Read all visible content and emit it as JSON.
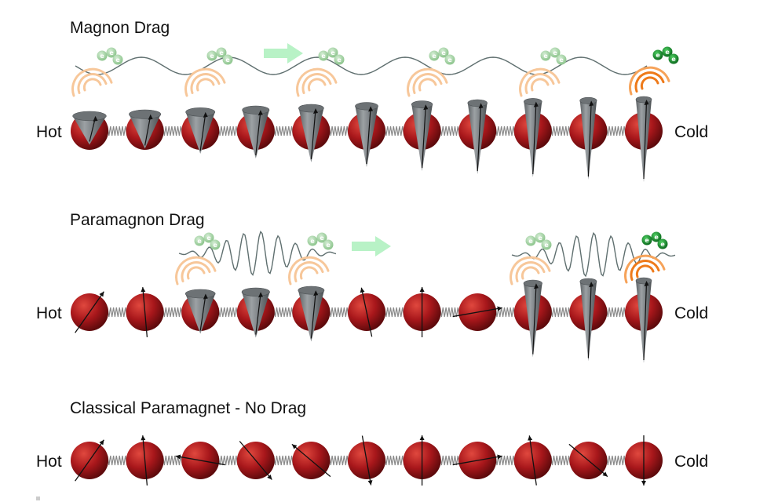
{
  "colors": {
    "atom": "#a8171b",
    "spring": "#8a8a8a",
    "cone": "#7a7f83",
    "wave": "#5f6f6f",
    "electron_faded": "#9fcf9f",
    "electron_bright": "#138a2a",
    "arrow": "#b8f2c6",
    "arc_faded": "#f7c79a",
    "arc_bright": "#ee7a1a"
  },
  "rows": [
    {
      "title": "Magnon Drag",
      "hot_label": "Hot",
      "cold_label": "Cold",
      "electron_label": "e",
      "sites": [
        {
          "kind": "cone",
          "cone": 0.05
        },
        {
          "kind": "cone",
          "cone": 0.15
        },
        {
          "kind": "cone",
          "cone": 0.28
        },
        {
          "kind": "cone",
          "cone": 0.4
        },
        {
          "kind": "cone",
          "cone": 0.5
        },
        {
          "kind": "cone",
          "cone": 0.62
        },
        {
          "kind": "cone",
          "cone": 0.72
        },
        {
          "kind": "cone",
          "cone": 0.8
        },
        {
          "kind": "cone",
          "cone": 0.88
        },
        {
          "kind": "cone",
          "cone": 0.94
        },
        {
          "kind": "cone",
          "cone": 1.0
        }
      ]
    },
    {
      "title": "Paramagnon Drag",
      "hot_label": "Hot",
      "cold_label": "Cold",
      "electron_label": "e",
      "sites": [
        {
          "kind": "spin",
          "angle": 35
        },
        {
          "kind": "spin",
          "angle": -5
        },
        {
          "kind": "cone",
          "cone": 0.25
        },
        {
          "kind": "cone",
          "cone": 0.35
        },
        {
          "kind": "cone",
          "cone": 0.45
        },
        {
          "kind": "spin",
          "angle": -12
        },
        {
          "kind": "spin",
          "angle": 0
        },
        {
          "kind": "spin",
          "angle": 80
        },
        {
          "kind": "cone",
          "cone": 0.85
        },
        {
          "kind": "cone",
          "cone": 0.95
        },
        {
          "kind": "cone",
          "cone": 1.0
        }
      ]
    },
    {
      "title": "Classical Paramagnet - No Drag",
      "hot_label": "Hot",
      "cold_label": "Cold",
      "sites": [
        {
          "kind": "spin",
          "angle": 35
        },
        {
          "kind": "spin",
          "angle": -5
        },
        {
          "kind": "spin",
          "angle": -80
        },
        {
          "kind": "spin",
          "angle": 140
        },
        {
          "kind": "spin",
          "angle": -50
        },
        {
          "kind": "spin",
          "angle": 170
        },
        {
          "kind": "spin",
          "angle": 0
        },
        {
          "kind": "spin",
          "angle": 80
        },
        {
          "kind": "spin",
          "angle": -8
        },
        {
          "kind": "spin",
          "angle": 130
        },
        {
          "kind": "spin",
          "angle": 180
        }
      ]
    }
  ]
}
